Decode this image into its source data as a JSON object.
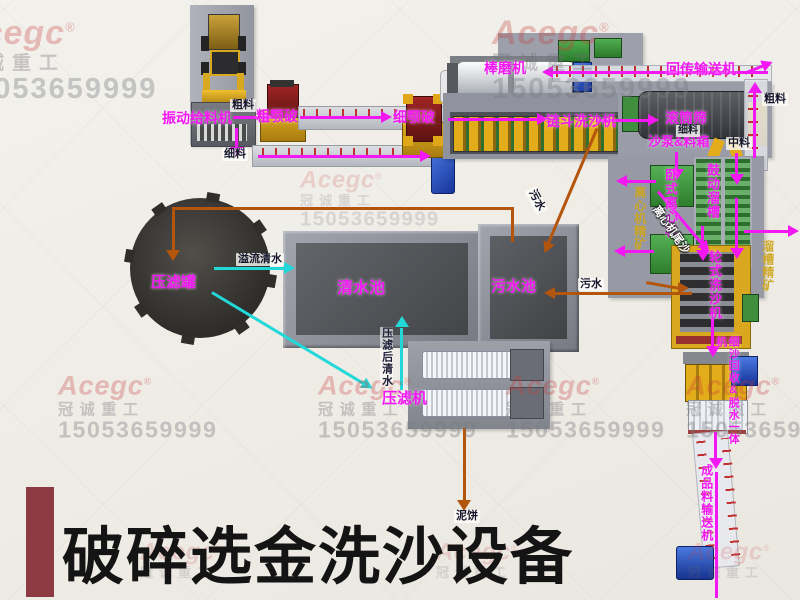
{
  "title": "破碎选金洗沙设备",
  "watermark": {
    "brand": "Acegc",
    "reg": "®",
    "company": "冠诚重工",
    "phone": "15053659999"
  },
  "colors": {
    "label_magenta": "#f318f3",
    "arrow_cyan": "#22d8d8",
    "arrow_orange": "#b4550e",
    "conveyor_tick_red": "#c03030",
    "title_bar_red": "#8e3a42",
    "label_yellow": "#cea620"
  },
  "labels": {
    "vibrating_feeder": "振动给料机",
    "coarse_jaw_crusher": "粗颚破",
    "fine_jaw_crusher": "细颚破",
    "rod_mill": "棒磨机",
    "return_conveyor": "回传输送机",
    "chain_bucket_washer": "链斗洗沙机",
    "drum_screen": "滚筒筛",
    "sand_pump_box": "沙泵&料箱",
    "horizontal_centrifuge": "卧式离心机",
    "agitating_chute": "鼓动溜槽",
    "wheel_washer": "轮式洗沙机",
    "fine_sand_recovery": "细沙回收&脱水一体机",
    "product_conveyor": "成品料输送机",
    "filter_tank": "压滤罐",
    "clear_pool": "清水池",
    "sewage_pool": "污水池",
    "filter_press": "压滤机",
    "centrifuge_concentrate": "离心机精矿",
    "centrifuge_tailings": "离心机尾沙",
    "chute_concentrate": "溜槽精矿",
    "coarse_material": "粗料",
    "fine_material": "细料",
    "medium_material": "中料",
    "sewage": "污水",
    "overflow_clear_water": "溢流清水",
    "filtered_clear_water": "压滤后清水",
    "mud_cake": "泥饼"
  }
}
